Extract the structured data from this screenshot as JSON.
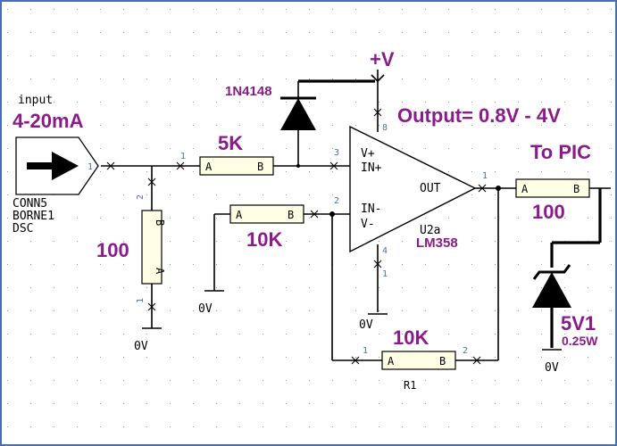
{
  "labels": {
    "input_small": "input",
    "input_range": "4-20mA",
    "conn_line1": "CONN5",
    "conn_line2": "BORNE1",
    "conn_line3": "DSC",
    "diode_name": "1N4148",
    "supply": "+V",
    "output_eq": "Output= 0.8V - 4V",
    "to_pic": "To PIC",
    "r_5k": "5K",
    "r_100_left": "100",
    "r_10k_mid": "10K",
    "r_10k_fb": "10K",
    "r_100_out": "100",
    "r1_ref": "R1",
    "opamp_ref": "U2a",
    "opamp_part": "LM358",
    "opamp_vplus": "V+",
    "opamp_inp": "IN+",
    "opamp_inn": "IN-",
    "opamp_vminus": "V-",
    "opamp_out": "OUT",
    "zener_v": "5V1",
    "zener_w": "0.25W",
    "gnd": "0V",
    "res_a": "A",
    "res_b": "B"
  },
  "pins": {
    "p1": "1",
    "p2": "2",
    "p3": "3",
    "p4": "4",
    "p8": "8"
  },
  "colors": {
    "accent_text": "#8b1a8b",
    "pin_numbers": "#4a6fb0",
    "frame": "#4a6fb0",
    "resistor_fill": "#ffffe6"
  }
}
